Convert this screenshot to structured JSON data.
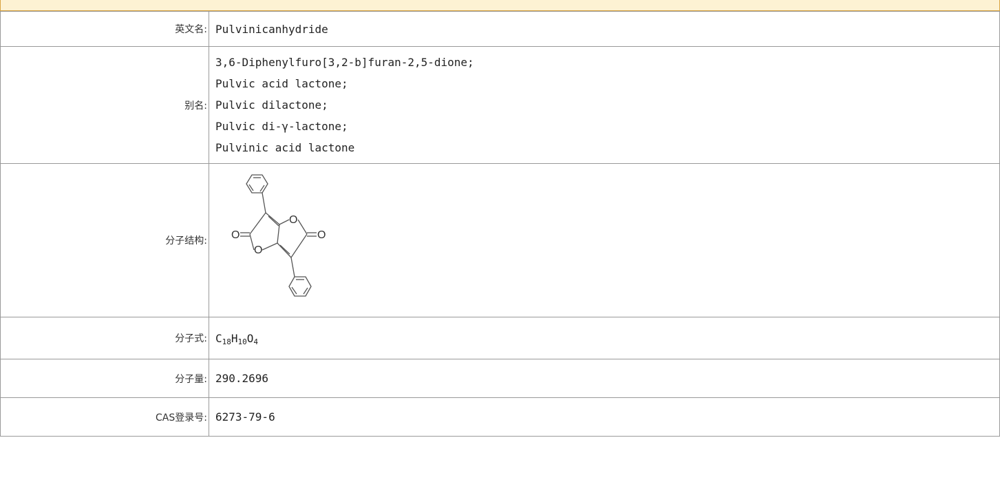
{
  "rows": {
    "english_name": {
      "label": "英文名:",
      "value": "Pulvinicanhydride"
    },
    "aliases": {
      "label": "别名:",
      "values": [
        "3,6-Diphenylfuro[3,2-b]furan-2,5-dione;",
        "Pulvic acid lactone;",
        "Pulvic dilactone;",
        "Pulvic di-γ-lactone;",
        "Pulvinic acid lactone"
      ]
    },
    "structure": {
      "label": "分子结构:",
      "atoms": {
        "oxygen_symbol": "O"
      }
    },
    "formula": {
      "label": "分子式:",
      "parts": [
        {
          "el": "C",
          "n": "18"
        },
        {
          "el": "H",
          "n": "10"
        },
        {
          "el": "O",
          "n": "4"
        }
      ]
    },
    "molecular_weight": {
      "label": "分子量:",
      "value": "290.2696"
    },
    "cas": {
      "label": "CAS登录号:",
      "value": "6273-79-6"
    }
  },
  "colors": {
    "header_bg": "#fdf2d3",
    "header_border": "#d9a441",
    "grid": "#999999"
  }
}
